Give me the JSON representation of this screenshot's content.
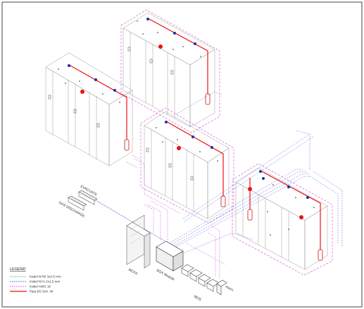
{
  "labels": {
    "evacuate": "EVACUATE",
    "gas_discharge": "GAS DISCHARGE",
    "mcfa": "MCFA",
    "box_module": "BOX Module",
    "alarm": "Alarm",
    "mcb": "MCB"
  },
  "legend": {
    "title": "LEGEND",
    "items": [
      {
        "label": "Kabel NYM 3x2.5 mm",
        "color": "#2a8f2a",
        "style": "dotted"
      },
      {
        "label": "Kabel NYA 2x1.5 mm",
        "color": "#2255cc",
        "style": "dashed"
      },
      {
        "label": "Kabel AWG 18",
        "color": "#cc44cc",
        "style": "dashed"
      },
      {
        "label": "Pipa BS Sch. 40",
        "color": "#ee1111",
        "style": "solid"
      }
    ]
  },
  "colors": {
    "pipe": "#ee1111",
    "cable_blue": "#5566dd",
    "cable_magenta": "#cc44cc",
    "cabinet_line": "#777777",
    "nozzle": "#1133aa"
  }
}
